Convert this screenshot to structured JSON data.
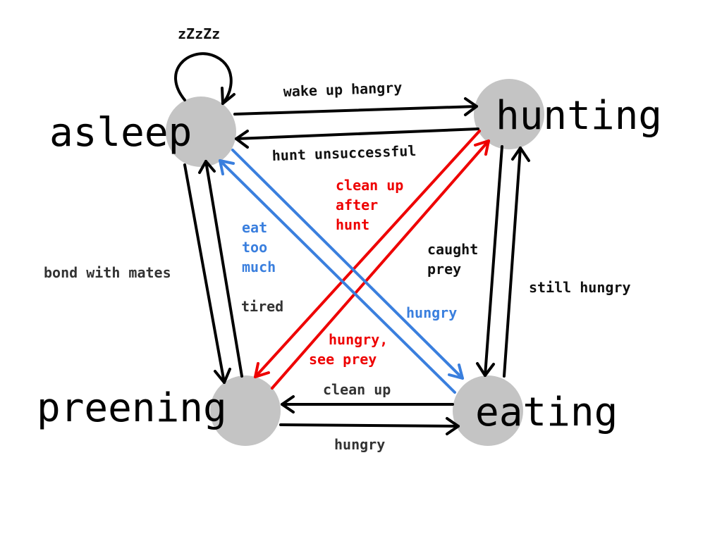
{
  "colors": {
    "node": "#c4c4c4",
    "black_edge": "#000000",
    "red_edge": "#ee0000",
    "blue_edge": "#3a7fde"
  },
  "states": {
    "asleep": "asleep",
    "hunting": "hunting",
    "preening": "preening",
    "eating": "eating"
  },
  "transitions": {
    "self_loop_asleep": "zZzZz",
    "asleep_to_hunting": "wake up hangry",
    "hunting_to_asleep": "hunt unsuccessful",
    "hunting_to_preening": "clean up after hunt",
    "hunting_to_preening_lines": [
      "clean up",
      "after",
      "hunt"
    ],
    "eating_to_asleep_lines": [
      "eat",
      "too",
      "much"
    ],
    "hunting_to_eating_lines": [
      "caught",
      "prey"
    ],
    "eating_to_hunting": "still hungry",
    "asleep_to_preening": "bond with mates",
    "preening_to_asleep": "tired",
    "asleep_to_eating": "hungry",
    "preening_to_hunting_lines": [
      "hungry,",
      "see prey"
    ],
    "eating_to_preening": "clean up",
    "preening_to_eating": "hungry"
  }
}
